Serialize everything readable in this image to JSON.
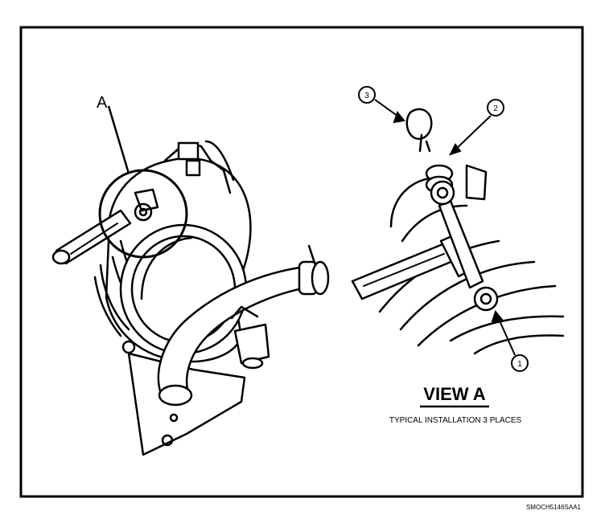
{
  "figure": {
    "callout_a": "A",
    "view_title": "VIEW A",
    "view_caption": "TYPICAL INSTALLATION 3 PLACES",
    "part_callouts": [
      "1",
      "2",
      "3"
    ],
    "figure_code": "SMOCH5146SAA1"
  },
  "colors": {
    "ink": "#000000",
    "paper": "#ffffff"
  }
}
